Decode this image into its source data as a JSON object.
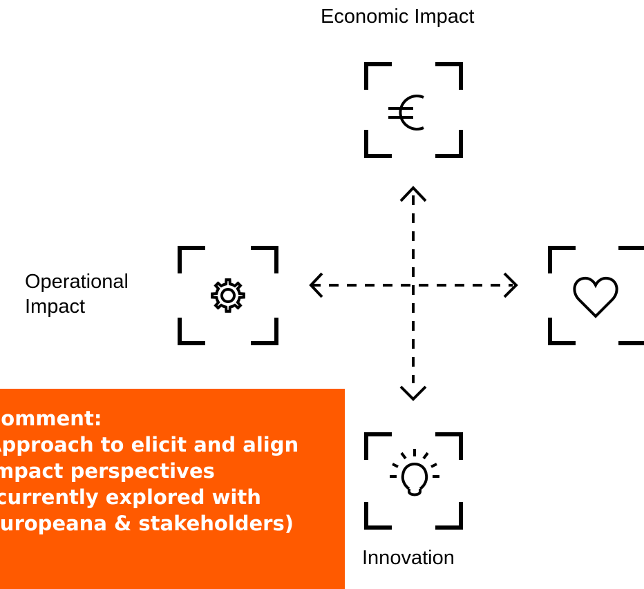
{
  "labels": {
    "economic": "Economic Impact",
    "operational_line1": "Operational",
    "operational_line2": "Impact",
    "innovation": "Innovation"
  },
  "comment": {
    "lines": [
      "Comment:",
      "Approach to elicit and align",
      "impact perspectives",
      "(currently explored with",
      "Europeana  & stakeholders)"
    ],
    "background": "#ff5a00",
    "text_color": "#ffffff"
  },
  "icons": {
    "top": "euro-icon",
    "left": "gear-icon",
    "right": "heart-icon",
    "bottom": "lightbulb-icon"
  }
}
